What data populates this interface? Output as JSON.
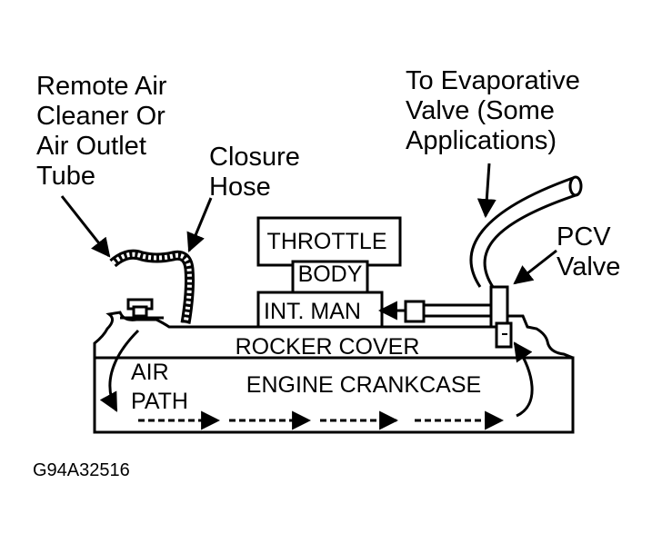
{
  "labels": {
    "remote_air": [
      "Remote Air",
      "Cleaner Or",
      "Air Outlet",
      "Tube"
    ],
    "closure_hose": [
      "Closure",
      "Hose"
    ],
    "evap": [
      "To Evaporative",
      "Valve (Some",
      "Applications)"
    ],
    "pcv_valve": [
      "PCV",
      "Valve"
    ],
    "throttle_body": [
      "THROTTLE",
      "BODY"
    ],
    "int_man": "INT. MAN",
    "rocker_cover": "ROCKER COVER",
    "air_path": [
      "AIR",
      "PATH"
    ],
    "crankcase": "ENGINE CRANKCASE",
    "figure_code": "G94A32516"
  },
  "colors": {
    "ink": "#000000",
    "paper": "#ffffff"
  }
}
